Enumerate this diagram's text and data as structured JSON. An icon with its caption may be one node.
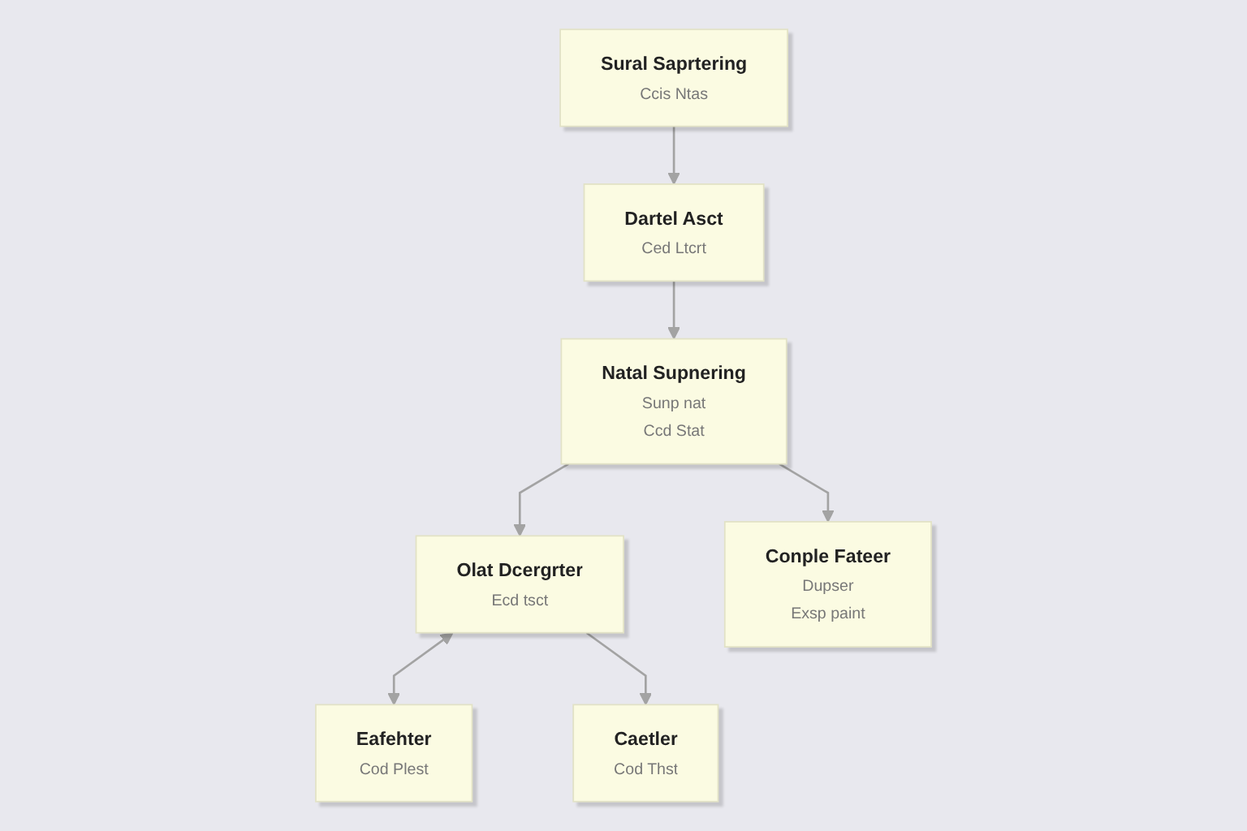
{
  "diagram": {
    "nodes": [
      {
        "text": [
          "Sural Saprtering",
          "Ccis Ntas"
        ]
      },
      {
        "text": [
          "Dartel Asct",
          "Ced Ltcrt"
        ]
      },
      {
        "text": [
          "Natal Supnering",
          "Sunp nat",
          "Ccd Stat"
        ]
      },
      {
        "text": [
          "Conple Fateer",
          "Dupser",
          "Exsp paint"
        ]
      },
      {
        "text": [
          "Olat Dcergrter",
          "Ecd tsct"
        ]
      },
      {
        "text": [
          "Eafehter",
          "Cod Plest"
        ]
      },
      {
        "text": [
          "Caetler",
          "Cod Thst"
        ]
      }
    ],
    "edges": [
      {
        "from": 0,
        "to": 1,
        "arrow": "to"
      },
      {
        "from": 1,
        "to": 2,
        "arrow": "to"
      },
      {
        "from": 2,
        "to": 3,
        "arrow": "to"
      },
      {
        "from": 2,
        "to": 4,
        "arrow": "to"
      },
      {
        "from": 5,
        "to": 4,
        "arrow": "both"
      },
      {
        "from": 4,
        "to": 6,
        "arrow": "to"
      }
    ]
  }
}
